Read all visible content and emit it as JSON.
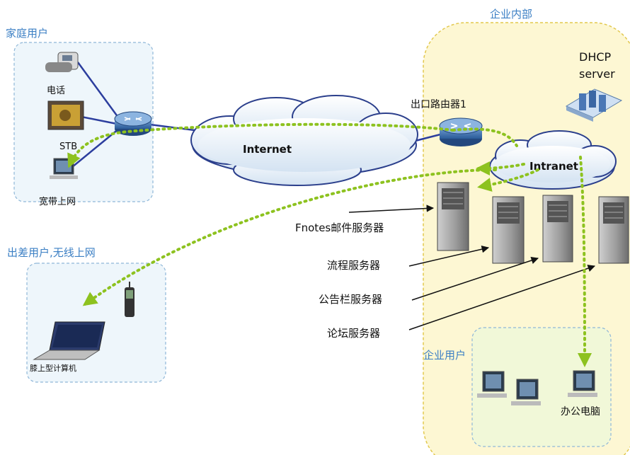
{
  "zones": {
    "home": "家庭用户",
    "travel": "出差用户,无线上网",
    "enterprise": "企业内部",
    "enterprise_users": "企业用户"
  },
  "devices": {
    "phone": "电话",
    "stb": "STB",
    "broadband": "宽带上网",
    "laptop": "膝上型计算机",
    "router": "出口路由器1",
    "dhcp_line1": "DHCP",
    "dhcp_line2": "server",
    "office_pc": "办公电脑"
  },
  "clouds": {
    "internet": "Internet",
    "intranet": "Intranet"
  },
  "servers": {
    "mail": "Fnotes邮件服务器",
    "workflow": "流程服务器",
    "bulletin": "公告栏服务器",
    "forum": "论坛服务器"
  },
  "colors": {
    "zone_fill_blue": "#eef6fb",
    "zone_border": "#8fb7d8",
    "enterprise_fill": "#fdf7d3",
    "enterprise_border": "#e2c84e",
    "users_fill": "#f1f8d8",
    "flow": "#8dc21f",
    "link": "#2c3e9e",
    "label": "#3b7fc4"
  }
}
